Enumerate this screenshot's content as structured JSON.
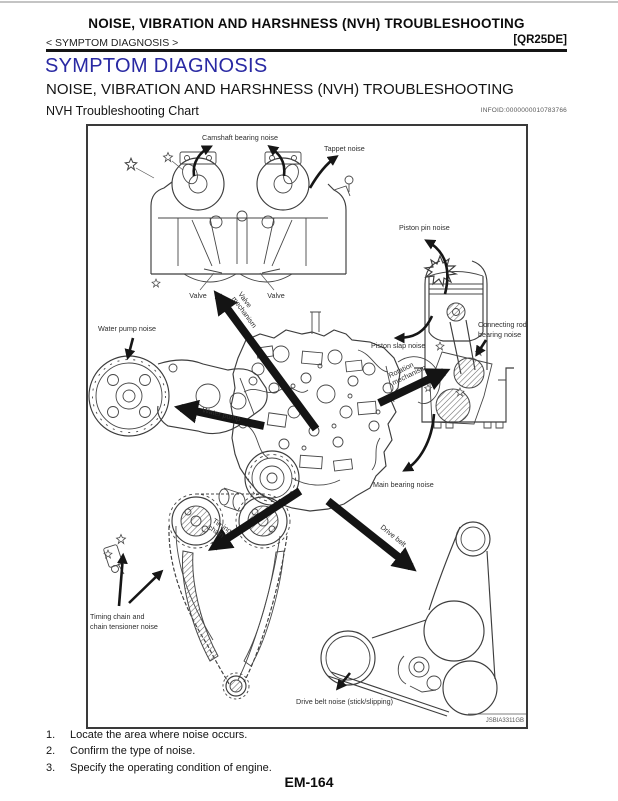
{
  "header": {
    "title": "NOISE, VIBRATION AND HARSHNESS (NVH) TROUBLESHOOTING",
    "breadcrumb": "< SYMPTOM DIAGNOSIS >",
    "engine_code": "[QR25DE]"
  },
  "section_title": "SYMPTOM DIAGNOSIS",
  "subsection_title": "NOISE, VIBRATION AND HARSHNESS (NVH) TROUBLESHOOTING",
  "chart": {
    "heading": "NVH Troubleshooting Chart",
    "infoid": "INFOID:0000000010783766",
    "figure_code": "JSBIA3311GB",
    "labels": {
      "camshaft_bearing_noise": "Camshaft bearing noise",
      "tappet_noise": "Tappet noise",
      "valve_left": "Valve",
      "valve_right": "Valve",
      "valve_mechanism_line1": "Valve",
      "valve_mechanism_line2": "mechanism",
      "piston_pin_noise": "Piston pin noise",
      "piston_slap_noise": "Piston slap noise",
      "connecting_rod_line1": "Connecting rod",
      "connecting_rod_line2": "bearing noise",
      "rotation_line1": "Rotation",
      "rotation_line2": "mechanism",
      "water_pump_noise": "Water pump noise",
      "water_pump": "Water pump",
      "main_bearing_noise": "Main bearing noise",
      "timing_chain_line1": "Timing",
      "timing_chain_line2": "chain",
      "tensioner_line1": "Timing chain and",
      "tensioner_line2": "chain tensioner noise",
      "drive_belt": "Drive belt",
      "drive_belt_noise": "Drive belt noise (stick/slipping)"
    }
  },
  "steps": [
    {
      "num": "1.",
      "text": "Locate the area where noise occurs."
    },
    {
      "num": "2.",
      "text": "Confirm the type of noise."
    },
    {
      "num": "3.",
      "text": "Specify the operating condition of engine."
    }
  ],
  "footer": {
    "page_number": "EM-164"
  },
  "colors": {
    "section_title_blue": "#2929a3",
    "line_art": "#474747",
    "arrow_black": "#141414",
    "rule_black": "#151515"
  }
}
